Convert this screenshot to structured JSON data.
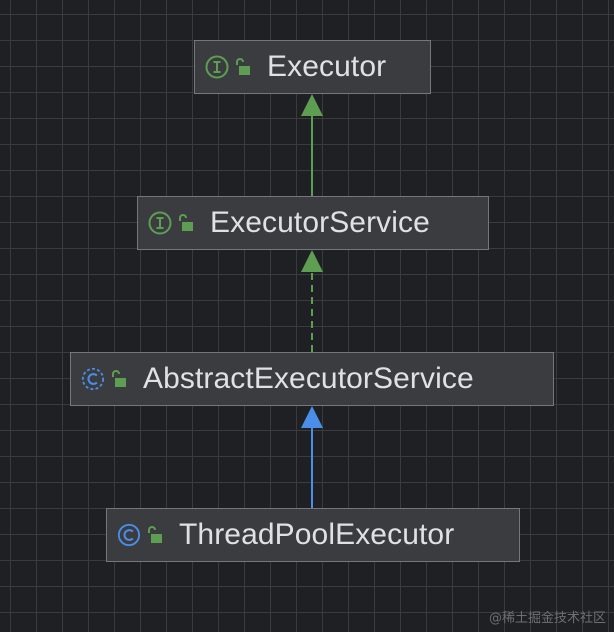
{
  "nodes": [
    {
      "id": "executor",
      "label": "Executor",
      "kind": "interface",
      "kind_icon": "interface-icon",
      "access_icon": "public-lock-icon"
    },
    {
      "id": "executor-service",
      "label": "ExecutorService",
      "kind": "interface",
      "kind_icon": "interface-icon",
      "access_icon": "public-lock-icon"
    },
    {
      "id": "abstract-executor-service",
      "label": "AbstractExecutorService",
      "kind": "abstract-class",
      "kind_icon": "abstract-class-icon",
      "access_icon": "public-lock-icon"
    },
    {
      "id": "thread-pool-executor",
      "label": "ThreadPoolExecutor",
      "kind": "class",
      "kind_icon": "class-icon",
      "access_icon": "public-lock-icon"
    }
  ],
  "edges": [
    {
      "from": "executor-service",
      "to": "executor",
      "type": "extends",
      "style": "solid",
      "color": "#5e9e52"
    },
    {
      "from": "abstract-executor-service",
      "to": "executor-service",
      "type": "implements",
      "style": "dashed",
      "color": "#5e9e52"
    },
    {
      "from": "thread-pool-executor",
      "to": "abstract-executor-service",
      "type": "extends",
      "style": "solid",
      "color": "#4b8ee8"
    }
  ],
  "colors": {
    "background": "#1f2023",
    "grid": "#3a3b3f",
    "node_fill": "#3b3c40",
    "node_border": "#75777d",
    "label": "#dfe1e5",
    "interface_icon": "#5e9e52",
    "class_icon": "#4b8ee8",
    "lock_icon": "#5e9e52"
  },
  "watermark": "@稀土掘金技术社区"
}
